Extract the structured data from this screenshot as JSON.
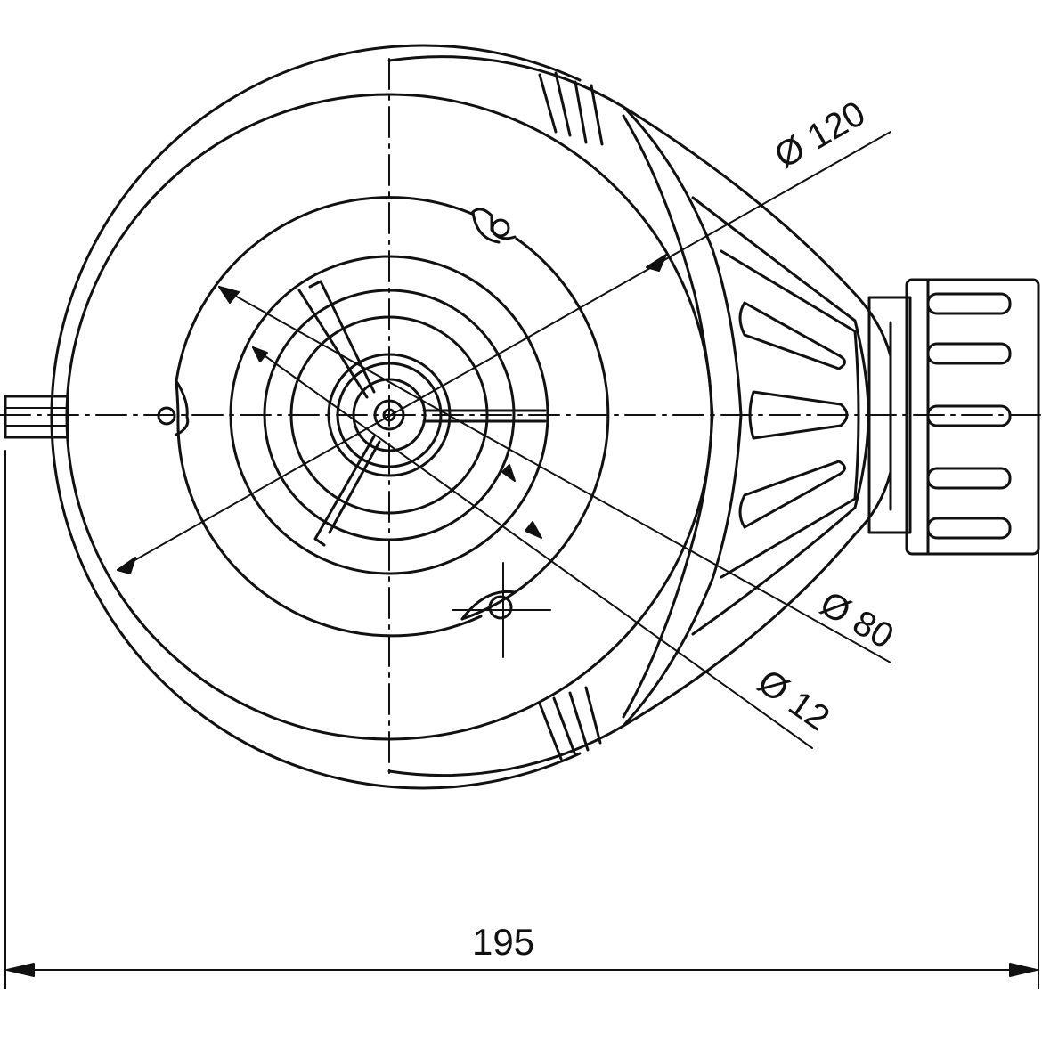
{
  "drawing": {
    "dimensions": {
      "dia_120": "Ø 120",
      "dia_80": "Ø 80",
      "dia_12": "Ø 12",
      "overall_width": "195"
    }
  }
}
